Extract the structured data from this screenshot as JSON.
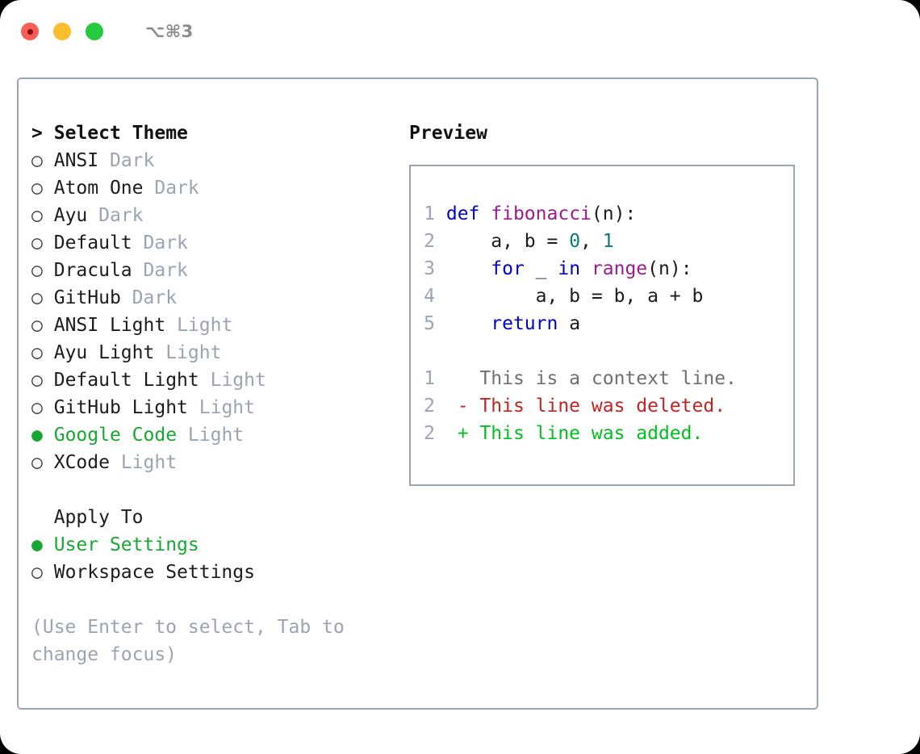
{
  "titlebar": {
    "shortcut": "⌥⌘3",
    "lights": [
      "close",
      "minimize",
      "maximize"
    ]
  },
  "theme_list": {
    "caret": ">",
    "header": "Select Theme",
    "marker_selected": "●",
    "marker_unselected": "○",
    "items": [
      {
        "label": "ANSI",
        "tag": "Dark",
        "selected": false
      },
      {
        "label": "Atom One",
        "tag": "Dark",
        "selected": false
      },
      {
        "label": "Ayu",
        "tag": "Dark",
        "selected": false
      },
      {
        "label": "Default",
        "tag": "Dark",
        "selected": false
      },
      {
        "label": "Dracula",
        "tag": "Dark",
        "selected": false
      },
      {
        "label": "GitHub",
        "tag": "Dark",
        "selected": false
      },
      {
        "label": "ANSI Light",
        "tag": "Light",
        "selected": false
      },
      {
        "label": "Ayu Light",
        "tag": "Light",
        "selected": false
      },
      {
        "label": "Default Light",
        "tag": "Light",
        "selected": false
      },
      {
        "label": "GitHub Light",
        "tag": "Light",
        "selected": false
      },
      {
        "label": "Google Code",
        "tag": "Light",
        "selected": true
      },
      {
        "label": "XCode",
        "tag": "Light",
        "selected": false
      }
    ]
  },
  "apply_to": {
    "header": "Apply To",
    "items": [
      {
        "label": "User Settings",
        "selected": true
      },
      {
        "label": "Workspace Settings",
        "selected": false
      }
    ]
  },
  "hint": "(Use Enter to select, Tab to change focus)",
  "preview": {
    "title": "Preview",
    "code_lines": [
      {
        "num": "1",
        "tokens": [
          {
            "t": "def",
            "c": "kw"
          },
          {
            "t": " ",
            "c": "plain"
          },
          {
            "t": "fibonacci",
            "c": "fn"
          },
          {
            "t": "(n):",
            "c": "plain"
          }
        ]
      },
      {
        "num": "2",
        "tokens": [
          {
            "t": "    a, b = ",
            "c": "plain"
          },
          {
            "t": "0",
            "c": "num"
          },
          {
            "t": ", ",
            "c": "plain"
          },
          {
            "t": "1",
            "c": "num"
          }
        ]
      },
      {
        "num": "3",
        "tokens": [
          {
            "t": "    ",
            "c": "plain"
          },
          {
            "t": "for",
            "c": "kw"
          },
          {
            "t": " _ ",
            "c": "plain"
          },
          {
            "t": "in",
            "c": "kw"
          },
          {
            "t": " ",
            "c": "plain"
          },
          {
            "t": "range",
            "c": "fn"
          },
          {
            "t": "(n):",
            "c": "plain"
          }
        ]
      },
      {
        "num": "4",
        "tokens": [
          {
            "t": "        a, b = b, a + b",
            "c": "plain"
          }
        ]
      },
      {
        "num": "5",
        "tokens": [
          {
            "t": "    ",
            "c": "plain"
          },
          {
            "t": "return",
            "c": "kw"
          },
          {
            "t": " a",
            "c": "plain"
          }
        ]
      }
    ],
    "diff_lines": [
      {
        "num": "1",
        "marker": "  ",
        "text": "This is a context line.",
        "kind": "diff-ctx"
      },
      {
        "num": "2",
        "marker": "- ",
        "text": "This line was deleted.",
        "kind": "diff-del"
      },
      {
        "num": "2",
        "marker": "+ ",
        "text": "This line was added.",
        "kind": "diff-add"
      }
    ]
  },
  "colors": {
    "accent_green": "#16a832",
    "tag_gray": "#9aa4b2",
    "border": "#9ba5b4",
    "keyword_blue": "#0000cc",
    "function_purple": "#9b1b8f",
    "number_teal": "#0d7a78",
    "diff_delete_red": "#c02424",
    "diff_add_green": "#00c020",
    "light_red": "#fa5d55",
    "light_yellow": "#fbbd2e",
    "light_green": "#27c93f"
  }
}
